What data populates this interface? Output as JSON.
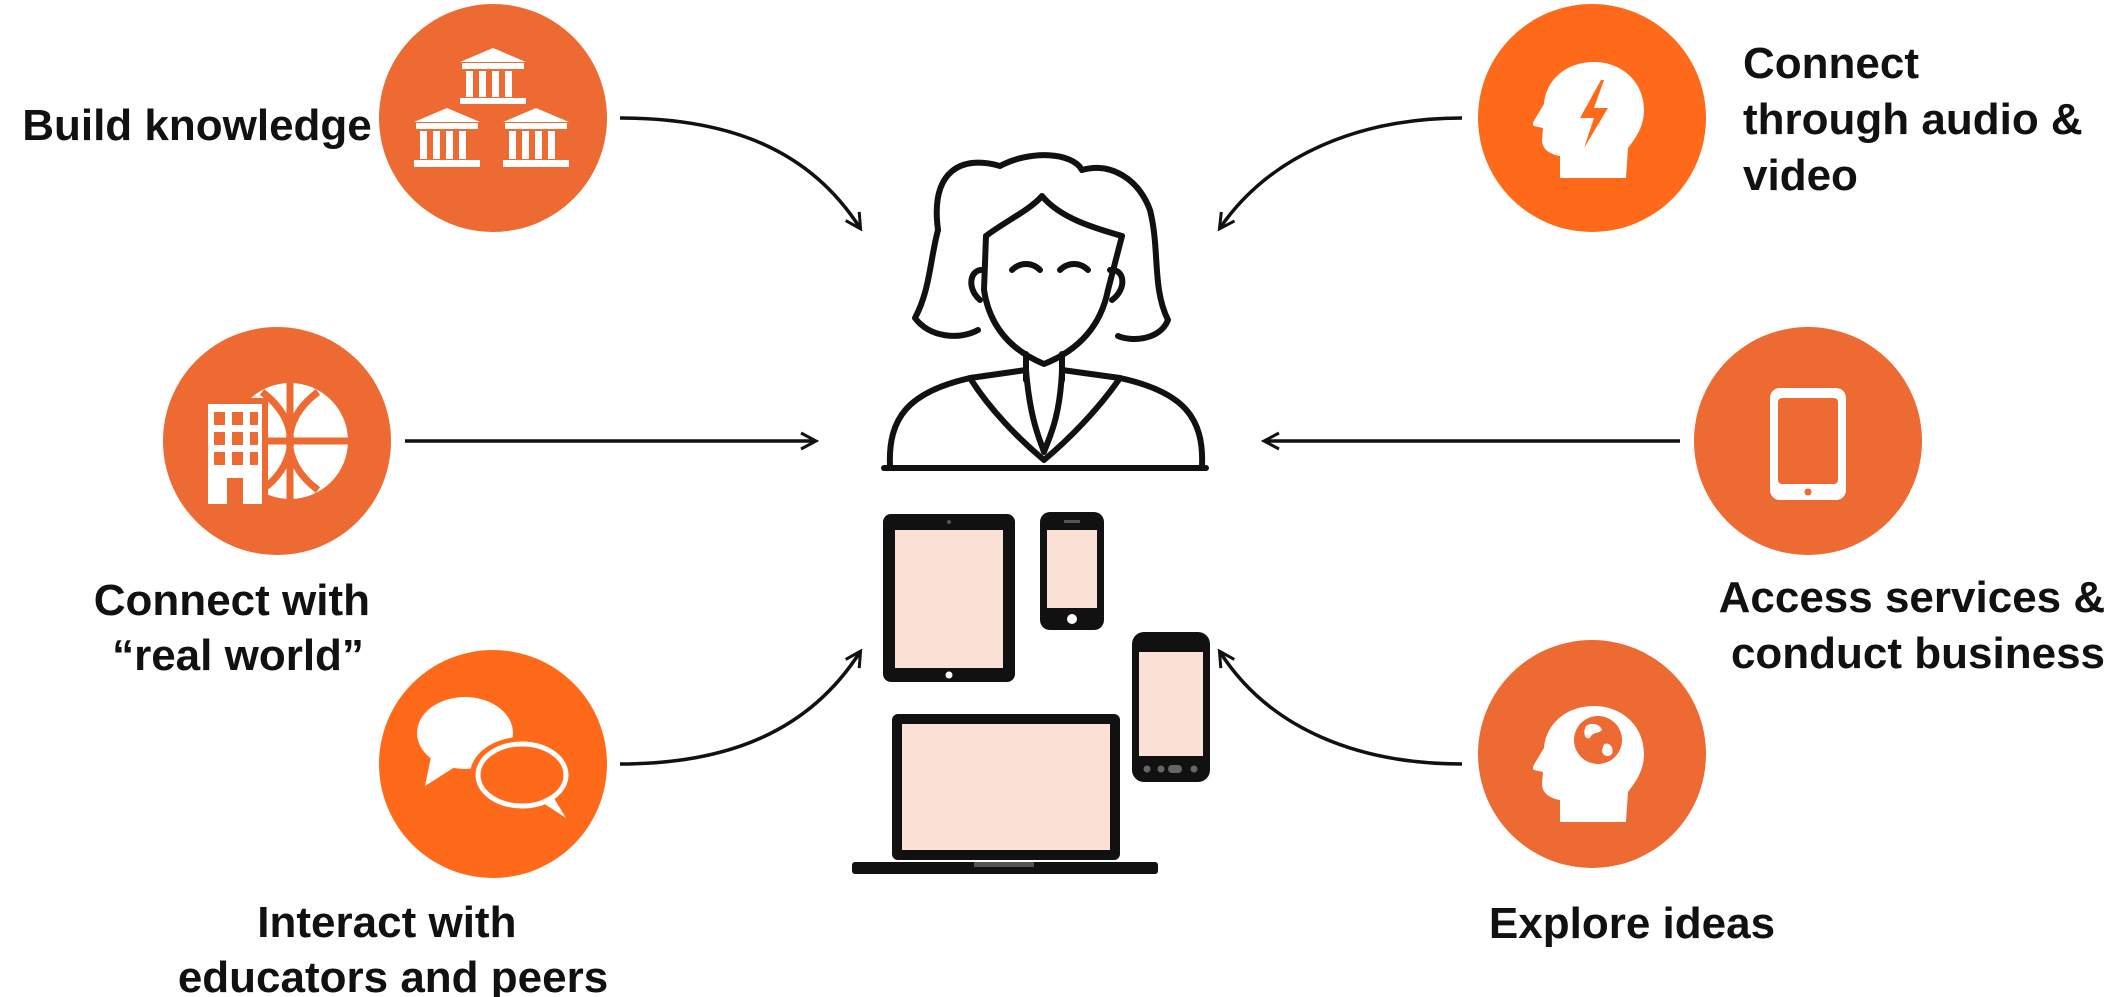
{
  "colors": {
    "accent": "#ee6a33",
    "accent_bright": "#ff6a1a",
    "screen": "#fbe0d6",
    "ink": "#111111"
  },
  "nodes": {
    "build_knowledge": {
      "icon": "bank-buildings-icon",
      "lines": [
        "Build knowledge"
      ]
    },
    "connect_real_world": {
      "icon": "building-globe-icon",
      "lines": [
        "Connect with",
        "“real world”"
      ]
    },
    "interact": {
      "icon": "speech-bubbles-icon",
      "lines": [
        "Interact with",
        "educators and peers"
      ]
    },
    "connect_av": {
      "icon": "head-lightning-icon",
      "lines": [
        "Connect",
        "through audio &",
        "video"
      ]
    },
    "access_services": {
      "icon": "tablet-icon",
      "lines": [
        "Access services &",
        "conduct business"
      ]
    },
    "explore_ideas": {
      "icon": "head-globe-icon",
      "lines": [
        "Explore ideas"
      ]
    }
  },
  "center": {
    "person_icon": "woman-icon",
    "devices_icon": "devices-icon"
  }
}
